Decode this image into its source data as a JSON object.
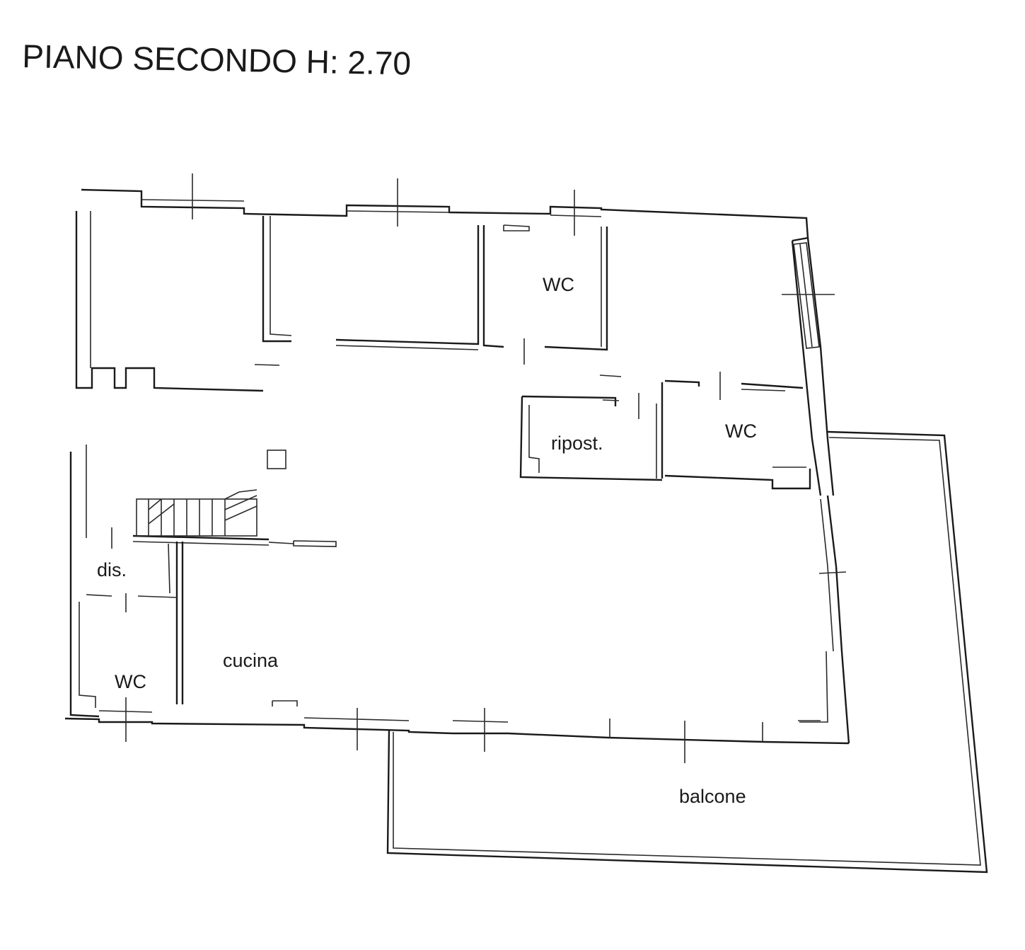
{
  "title": "PIANO SECONDO H: 2.70",
  "rooms": {
    "wc_top": "WC",
    "ripost": "ripost.",
    "wc_right": "WC",
    "dis": "dis.",
    "wc_left": "WC",
    "cucina": "cucina",
    "balcone": "balcone"
  }
}
